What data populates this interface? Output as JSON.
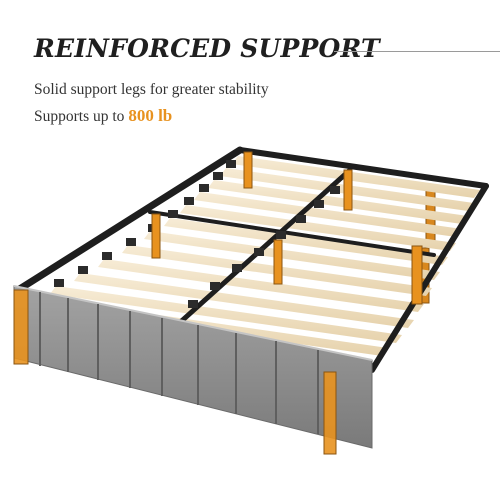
{
  "headline": "REINFORCED SUPPORT",
  "features": [
    {
      "text": "Solid support legs for greater stability"
    },
    {
      "prefix": "Supports up to ",
      "highlight": "800 lb"
    }
  ],
  "colors": {
    "accent": "#e8921f",
    "frame": "#222222",
    "slat": "#f0e2c6",
    "upholstery": "#8c8c8c",
    "headline": "#1f1f1f"
  },
  "product": {
    "subject": "upholstered bed frame with wooden slats and orange highlighted support legs",
    "icon_names": [
      "bed-frame-illustration",
      "support-leg-icon"
    ]
  }
}
